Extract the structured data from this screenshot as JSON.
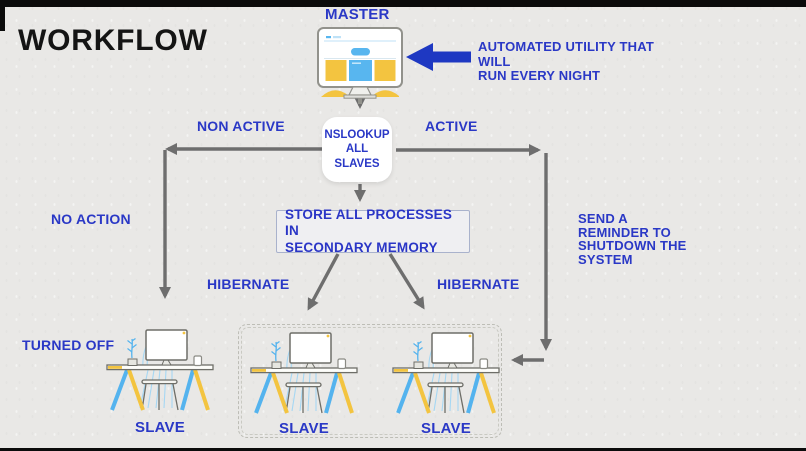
{
  "title": "WORKFLOW",
  "master": {
    "label": "MASTER",
    "icon": "master-computer-icon",
    "note_lines": [
      "AUTOMATED UTILITY THAT WILL",
      "RUN EVERY NIGHT"
    ]
  },
  "flow": {
    "nslookup": [
      "NSLOOKUP",
      "ALL SLAVES"
    ],
    "branch_left": "NON ACTIVE",
    "branch_right": "ACTIVE",
    "no_action": "NO ACTION",
    "store": [
      "STORE ALL PROCESSES IN",
      "SECONDARY MEMORY"
    ],
    "reminder_lines": [
      "SEND A",
      "REMINDER TO",
      "SHUTDOWN THE",
      "SYSTEM"
    ],
    "hibernate_left": "HIBERNATE",
    "hibernate_right": "HIBERNATE",
    "turned_off": "TURNED OFF",
    "slaves": [
      {
        "label": "SLAVE",
        "icon": "slave-desk-illustration"
      },
      {
        "label": "SLAVE",
        "icon": "slave-desk-illustration"
      },
      {
        "label": "SLAVE",
        "icon": "slave-desk-illustration"
      }
    ]
  },
  "colors": {
    "background": "#e9e8e6",
    "text_blue": "#2a38c6",
    "arrow_blue": "#1e38c2",
    "connector_gray": "#6e6e6e",
    "accent_yellow": "#f3c440",
    "accent_light_blue": "#54b3ee",
    "title_black": "#141414"
  }
}
